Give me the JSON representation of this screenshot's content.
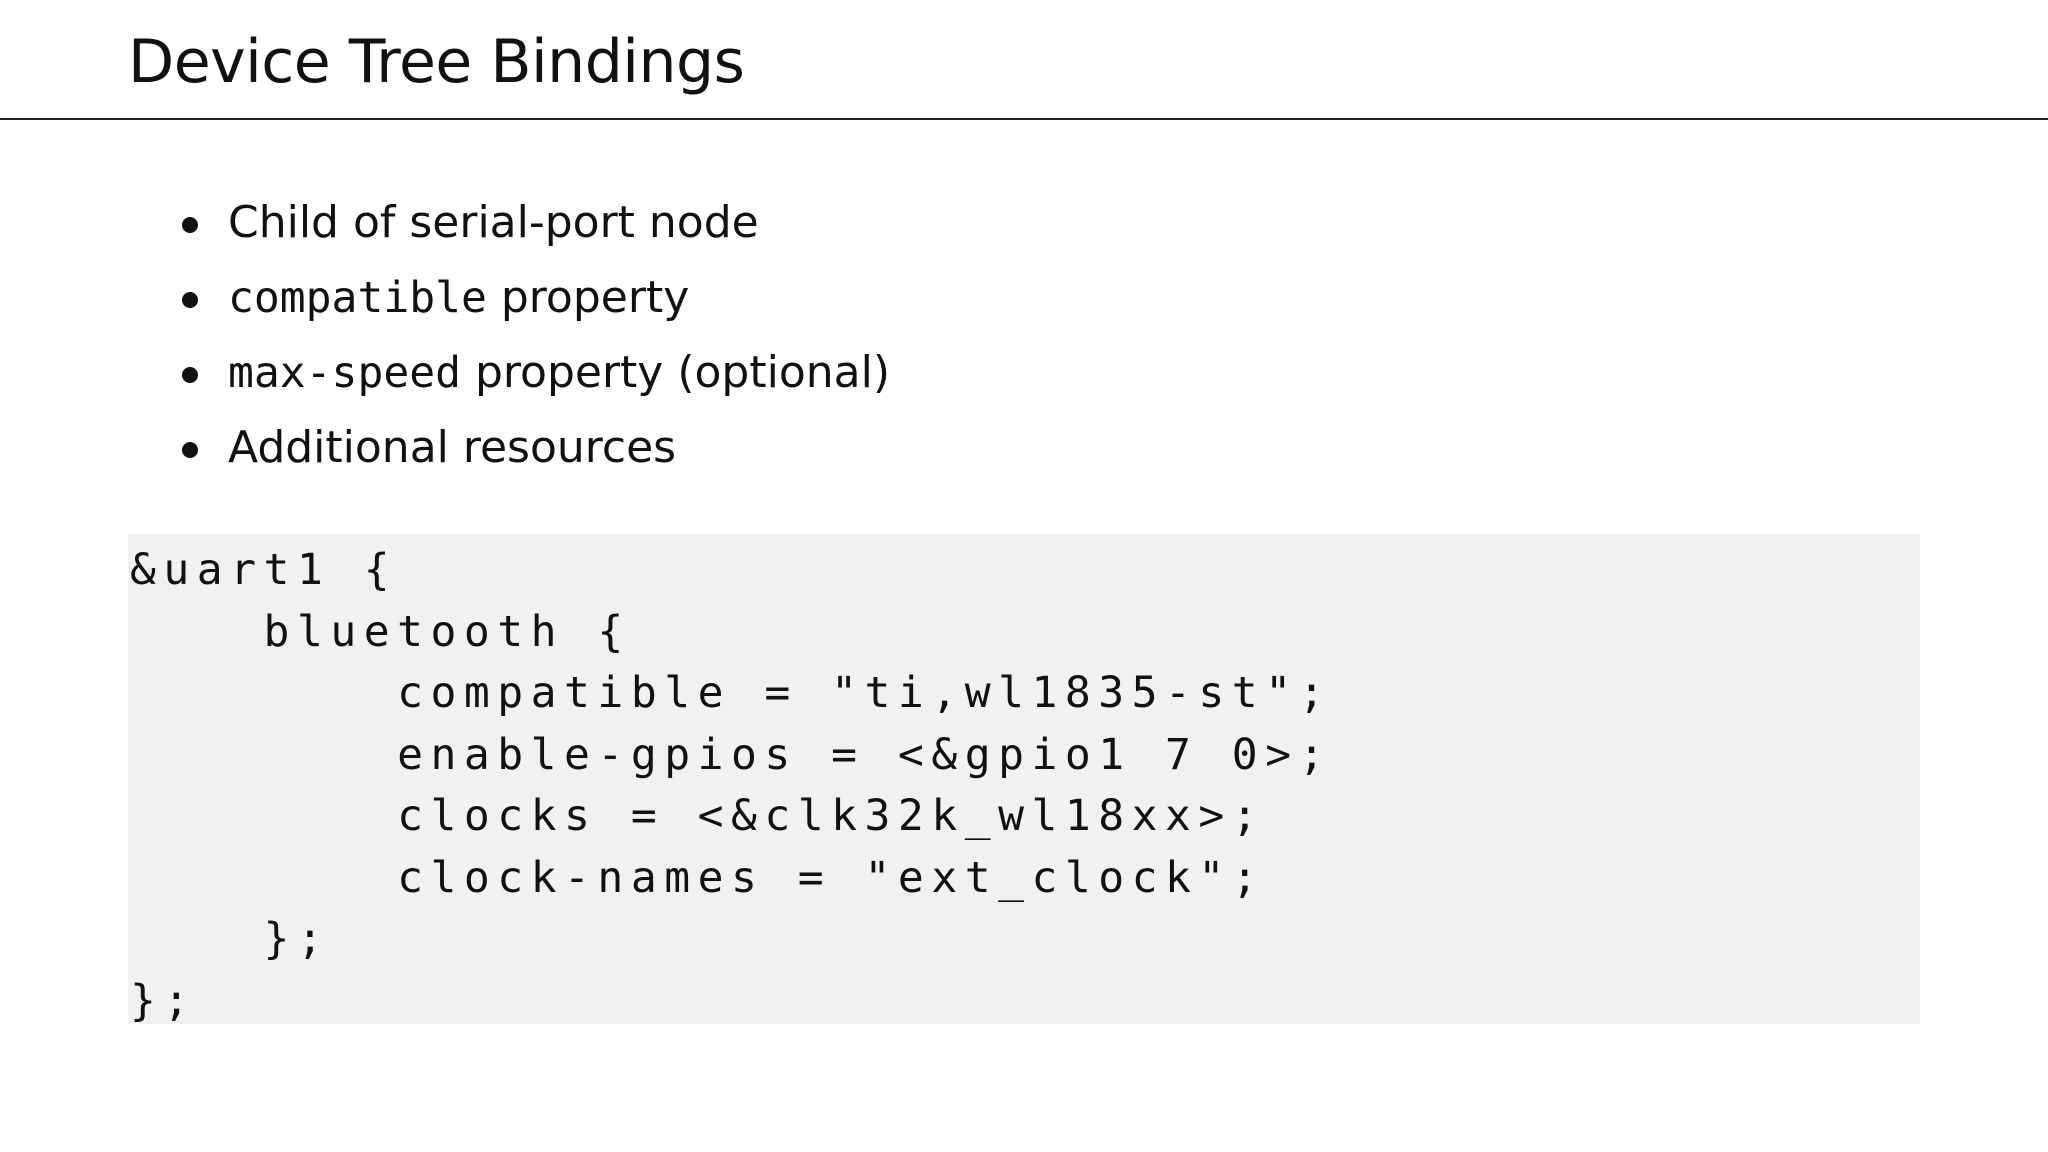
{
  "slide": {
    "title": "Device Tree Bindings"
  },
  "bullets": [
    {
      "text": "Child of serial-port node"
    },
    {
      "code": "compatible",
      "text": " property"
    },
    {
      "code": "max-speed",
      "text": " property (optional)"
    },
    {
      "text": "Additional resources"
    }
  ],
  "code_block": {
    "lines": [
      "&uart1 {",
      "    bluetooth {",
      "        compatible = \"ti,wl1835-st\";",
      "        enable-gpios = <&gpio1 7 0>;",
      "        clocks = <&clk32k_wl18xx>;",
      "        clock-names = \"ext_clock\";",
      "    };",
      "};"
    ]
  }
}
